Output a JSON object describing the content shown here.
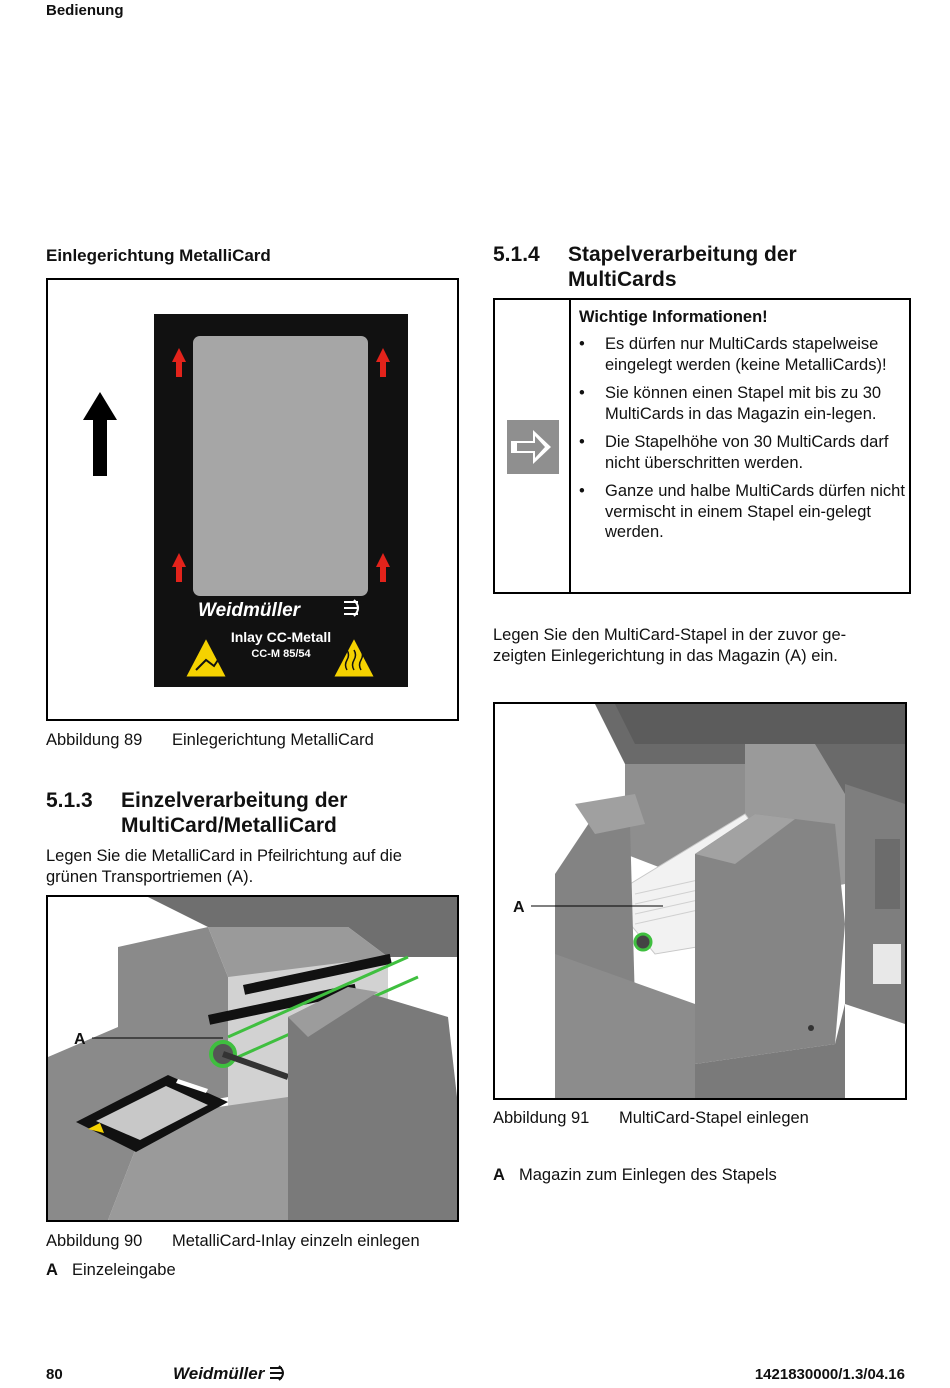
{
  "header": {
    "section": "Bedienung"
  },
  "left": {
    "label_top": "Einlegerichtung MetalliCard",
    "figure89": {
      "card": {
        "brand": "Weidmüller",
        "product": "Inlay CC-Metall",
        "code": "CC-M 85/54"
      },
      "caption_number": "Abbildung 89",
      "caption_text": "Einlegerichtung MetalliCard"
    },
    "section513": {
      "number": "5.1.3",
      "title": "Einzelverarbeitung der MultiCard/MetalliCard",
      "body": "Legen Sie die MetalliCard in Pfeilrichtung auf die grünen Transportriemen (A)."
    },
    "figure90": {
      "label_a": "A",
      "caption_number": "Abbildung 90",
      "caption_text": "MetalliCard-Inlay einzeln einlegen",
      "legend_key": "A",
      "legend_text": "Einzeleingabe"
    }
  },
  "right": {
    "section514": {
      "number": "5.1.4",
      "title": "Stapelverarbeitung der MultiCards"
    },
    "info": {
      "title": "Wichtige Informationen!",
      "items": [
        "Es dürfen nur MultiCards stapelweise eingelegt werden (keine MetalliCards)!",
        "Sie können einen Stapel mit bis zu 30 MultiCards in das Magazin ein-legen.",
        "Die Stapelhöhe von 30 MultiCards darf nicht überschritten werden.",
        "Ganze und halbe MultiCards dürfen nicht vermischt in einem Stapel ein-gelegt werden."
      ],
      "icon": "arrow-right-icon"
    },
    "body": "Legen Sie den MultiCard-Stapel in der zuvor ge-zeigten Einlegerichtung in das Magazin (A) ein.",
    "figure91": {
      "label_a": "A",
      "caption_number": "Abbildung 91",
      "caption_text": "MultiCard-Stapel einlegen",
      "legend_key": "A",
      "legend_text": "Magazin zum Einlegen des Stapels"
    }
  },
  "footer": {
    "page": "80",
    "brand": "Weidmüller",
    "doc": "1421830000/1.3/04.16"
  },
  "colors": {
    "arrow_red": "#e3231b",
    "green_belt": "#3fbf3f",
    "warning_yellow": "#f5d200",
    "machine_grey": "#8d8d8d",
    "card_black": "#111111"
  }
}
